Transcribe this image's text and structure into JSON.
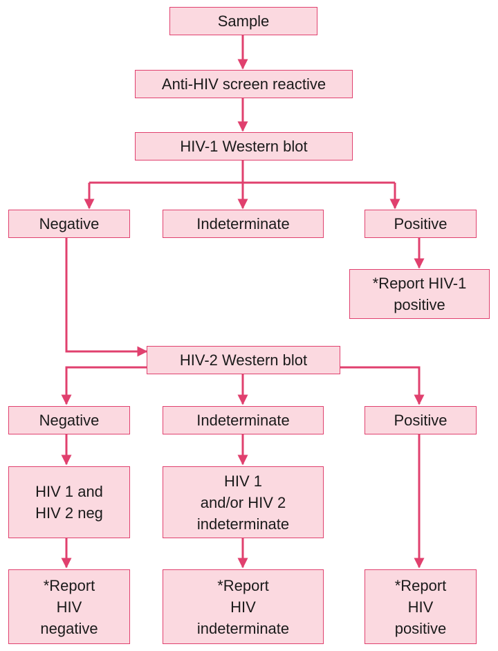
{
  "colors": {
    "box_fill": "#fbd9e0",
    "box_border": "#e0406e",
    "connector": "#e0406e",
    "text": "#1a1a1a"
  },
  "nodes": {
    "sample": [
      "Sample"
    ],
    "screen": [
      "Anti-HIV screen reactive"
    ],
    "hiv1_wb": [
      "HIV-1 Western blot"
    ],
    "neg1": [
      "Negative"
    ],
    "indet1": [
      "Indeterminate"
    ],
    "pos1": [
      "Positive"
    ],
    "report_hiv1_pos": [
      "*Report HIV-1",
      "positive"
    ],
    "hiv2_wb": [
      "HIV-2 Western blot"
    ],
    "neg2": [
      "Negative"
    ],
    "indet2": [
      "Indeterminate"
    ],
    "pos2": [
      "Positive"
    ],
    "both_neg": [
      "HIV 1 and",
      "HIV 2 neg"
    ],
    "either_indet": [
      "HIV 1",
      "and/or HIV 2",
      "indeterminate"
    ],
    "report_neg": [
      "*Report",
      "HIV",
      "negative"
    ],
    "report_indet": [
      "*Report",
      "HIV",
      "indeterminate"
    ],
    "report_pos": [
      "*Report",
      "HIV",
      "positive"
    ]
  }
}
